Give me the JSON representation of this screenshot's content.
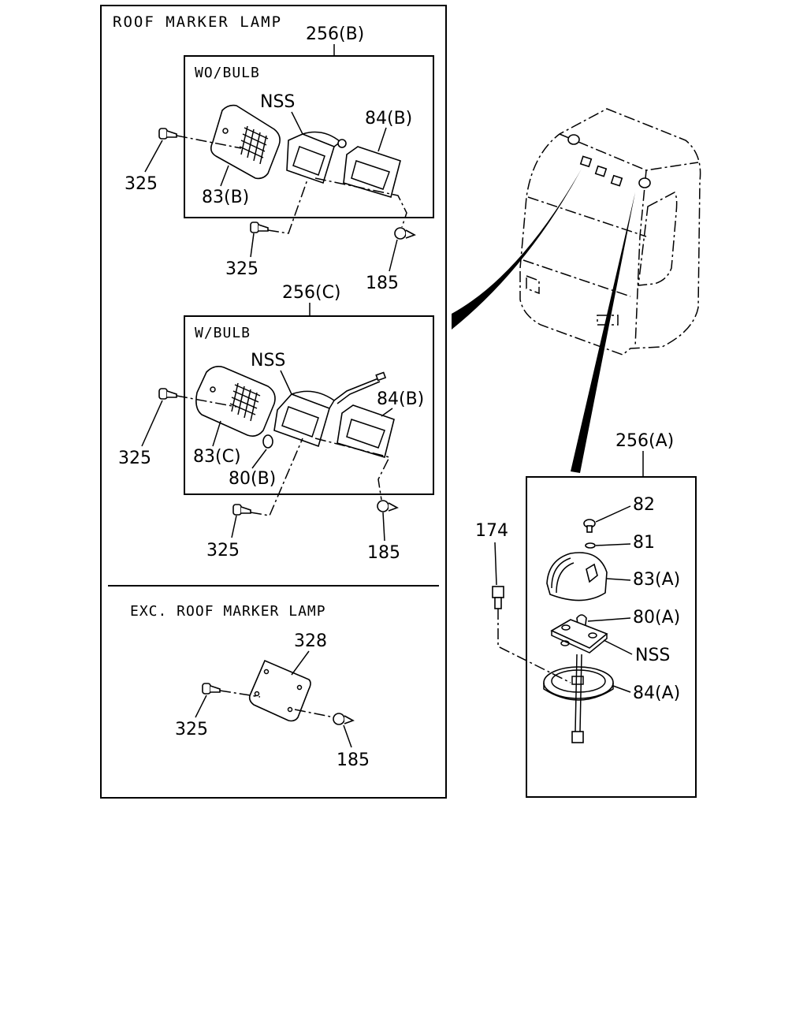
{
  "panels": {
    "left_title": "ROOF MARKER LAMP",
    "wo_bulb_title": "WO/BULB",
    "w_bulb_title": "W/BULB",
    "exc_title": "EXC. ROOF MARKER LAMP"
  },
  "labels": {
    "assy_b": "256(B)",
    "assy_c": "256(C)",
    "assy_a": "256(A)",
    "nss_1": "NSS",
    "nss_2": "NSS",
    "nss_3": "NSS",
    "lens_b": "83(B)",
    "lens_c": "83(C)",
    "lens_a": "83(A)",
    "gasket_b1": "84(B)",
    "gasket_b2": "84(B)",
    "base_a": "84(A)",
    "bulb_b": "80(B)",
    "bulb_a": "80(A)",
    "screw_325_1": "325",
    "screw_325_2": "325",
    "screw_325_3": "325",
    "screw_325_4": "325",
    "screw_325_5": "325",
    "clip_185_1": "185",
    "clip_185_2": "185",
    "clip_185_3": "185",
    "plate_328": "328",
    "bolt_174": "174",
    "screw_82": "82",
    "washer_81": "81"
  }
}
